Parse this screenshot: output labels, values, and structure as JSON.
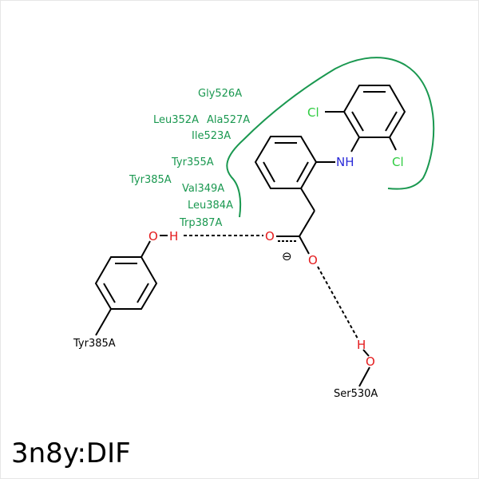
{
  "title": "3n8y:DIF",
  "colors": {
    "hydrophobic": "#1a9850",
    "oxygen": "#e41a1c",
    "nitrogen": "#2b2bd8",
    "chlorine": "#2ecc40",
    "bond": "#000000"
  },
  "hydrophobic_residues": [
    "Gly526A",
    "Leu352A",
    "Ala527A",
    "Ile523A",
    "Tyr355A",
    "Tyr385A",
    "Val349A",
    "Leu384A",
    "Trp387A"
  ],
  "atoms": {
    "cl1": "Cl",
    "cl2": "Cl",
    "nh": "NH",
    "o1": "O",
    "o2": "O",
    "charge": "⊖",
    "tyr_o": "O",
    "tyr_h": "H",
    "ser_h": "H",
    "ser_o": "O"
  },
  "residue_labels": {
    "tyr": "Tyr385A",
    "ser": "Ser530A"
  }
}
